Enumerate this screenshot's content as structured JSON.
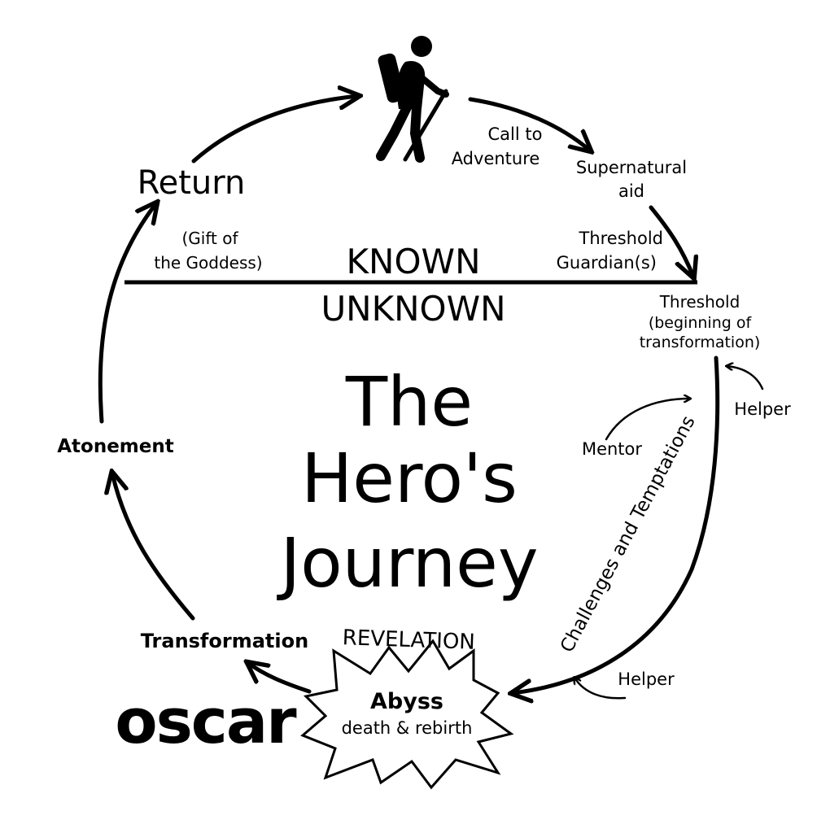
{
  "title": {
    "line1": "The",
    "line2": "Hero's",
    "line3": "Journey"
  },
  "divider": {
    "known": "KNOWN",
    "unknown": "UNKNOWN"
  },
  "stages": {
    "call_line1": "Call to",
    "call_line2": "Adventure",
    "supernatural_line1": "Supernatural",
    "supernatural_line2": "aid",
    "guardian_line1": "Threshold",
    "guardian_line2": "Guardian(s)",
    "threshold_line1": "Threshold",
    "threshold_line2": "(beginning of",
    "threshold_line3": "transformation)",
    "helper_top": "Helper",
    "mentor": "Mentor",
    "challenges": "Challenges and Temptations",
    "helper_bottom": "Helper",
    "revelation": "REVELATION",
    "abyss": "Abyss",
    "abyss_sub": "death & rebirth",
    "transformation": "Transformation",
    "atonement": "Atonement",
    "return": "Return",
    "gift_line1": "(Gift of",
    "gift_line2": "the Goddess)"
  },
  "logo": {
    "text": "oscar",
    "color": "#4a55ef"
  },
  "icons": {
    "hero": "hiker-icon"
  }
}
